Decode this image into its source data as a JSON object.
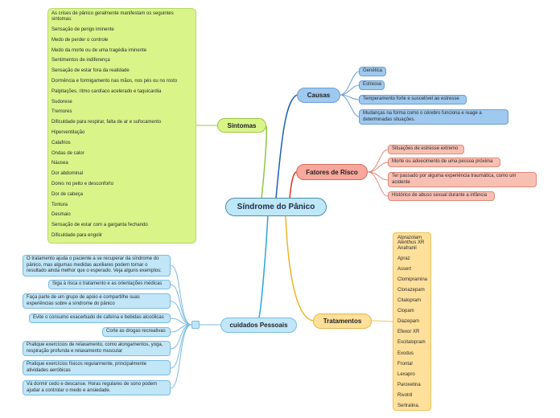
{
  "center": {
    "title": "Síndrome do Pânico"
  },
  "causas": {
    "label": "Causas",
    "items": [
      "Genética",
      "Estresse",
      "Temperamento forte e suscetível ao estresse",
      "Mudanças na forma como o cérebro funciona e reage a determinadas situações."
    ]
  },
  "fatores": {
    "label": "Fatores de Risco",
    "items": [
      "Situações de estresse extremo",
      "Morte ou adoecimento de uma pessoa próxima",
      "Ter passado por alguma experiência traumática, como um acidente",
      "Histórico de abuso sexual durante a infância"
    ]
  },
  "tratamentos": {
    "label": "Tratamentos",
    "items": [
      "Alprazolam",
      "Alenthus XR",
      "Anafranil",
      "Apraz",
      "Assert",
      "Clomipramina",
      "Clonazepam",
      "Citalopram",
      "Clopam",
      "Diazepam",
      "Efexor XR",
      "Escitalopram",
      "Exodus",
      "Frontal",
      "Lexapro",
      "Paroxetina",
      "Rivotril",
      "Sertralina."
    ]
  },
  "sintomas": {
    "label": "Sintomas",
    "items": [
      "As crises de pânico geralmente manifestam os seguintes sintomas:",
      "Sensação de perigo iminente",
      "Medo de perder o controle",
      "Medo da morte ou de uma tragédia iminente",
      "Sentimentos de indiferença",
      "Sensação de estar fora da realidade",
      "Dormência e formigamento nas mãos, nos pés ou no rosto",
      "Palpitações, ritmo cardíaco acelerado e taquicardia",
      "Sudorese",
      "Tremores",
      "Dificuldade para respirar, falta de ar e sufocamento",
      "Hiperventilação",
      "Calafrios",
      "Ondas de calor",
      "Náusea",
      "Dor abdominal",
      "Dores no peito e desconforto",
      "Dor de cabeça",
      "Tontura",
      "Desmaio",
      "Sensação de estar com a garganta fechando",
      "Dificuldade para engolir"
    ]
  },
  "cuidados": {
    "label": "cuidados Pessoais",
    "items": [
      "O tratamento ajuda o paciente a se recuperar da síndrome do pânico, mas algumas medidas auxiliares podem tornar o resultado ainda melhor que o esperado. Veja alguns exemplos:",
      "Siga à risca o tratamento e as orientações médicas",
      "Faça parte de um grupo de apoio e compartilhe suas experiências sobre a síndrome do pânico",
      "Evite o consumo exacerbado de cafeína e bebidas alcoólicas",
      "Corte as drogas recreativas",
      "Pratique exercícios de relaxamento, como alongamentos, yoga, respiração profunda e relaxamento muscular",
      "Pratique exercícios físicos regularmente, principalmente atividades aeróbicas",
      "Vá dormir cedo e descanse. Horas regulares de sono podem ajudar a controlar o medo e ansiedade."
    ]
  },
  "colors": {
    "causas": "#1e5fb0",
    "fatores": "#d9362a",
    "tratamentos": "#f0b429",
    "sintomas": "#8ec63f",
    "cuidados": "#2aa6d8"
  }
}
